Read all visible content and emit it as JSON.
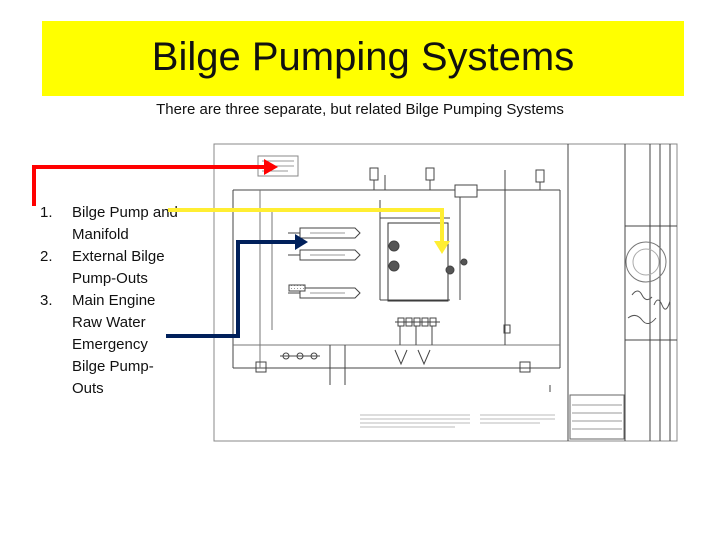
{
  "slide": {
    "title": "Bilge Pumping Systems",
    "subtitle": "There are three separate, but related Bilge Pumping Systems",
    "items": [
      {
        "number": "1.",
        "label": "Bilge Pump and Manifold"
      },
      {
        "number": "2.",
        "label": "External Bilge Pump-Outs"
      },
      {
        "number": "3.",
        "label": "Main Engine Raw Water Emergency Bilge Pump-Outs"
      }
    ]
  },
  "colors": {
    "title_band": "#ffff00",
    "arrow_1": "#ff0000",
    "arrow_2": "#ffee33",
    "arrow_3": "#00205b"
  }
}
